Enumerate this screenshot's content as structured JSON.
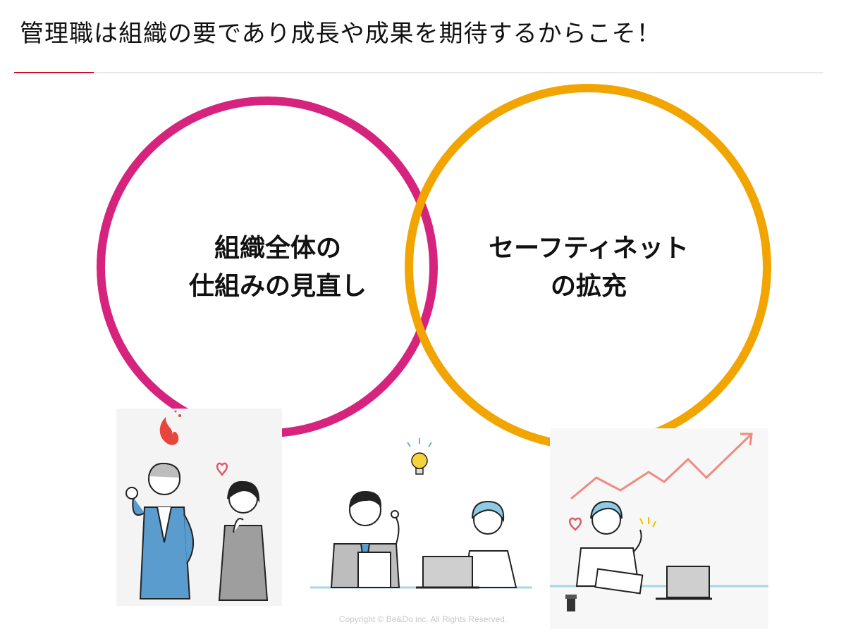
{
  "slide": {
    "title": "管理職は組織の要であり成長や成果を期待するからこそ！",
    "copyright": "Copyright © Be&Do inc. All Rights Reserved."
  },
  "circles": [
    {
      "line1": "組織全体の",
      "line2": "仕組みの見直し",
      "color": "#d6247e"
    },
    {
      "line1": "セーフティネット",
      "line2": "の拡充",
      "color": "#f2a500"
    }
  ],
  "colors": {
    "accent_red": "#c8102e",
    "desk_line": "#a9d6e5",
    "chart_arrow": "#f08a7e",
    "flame": "#e8453c",
    "heart": "#e05a6a",
    "bulb": "#f6d33c"
  },
  "icons": [
    "flame-icon",
    "heart-icon",
    "light-bulb-icon",
    "sparkle-icon",
    "growth-arrow-icon",
    "laptop-icon",
    "coffee-cup-icon"
  ]
}
